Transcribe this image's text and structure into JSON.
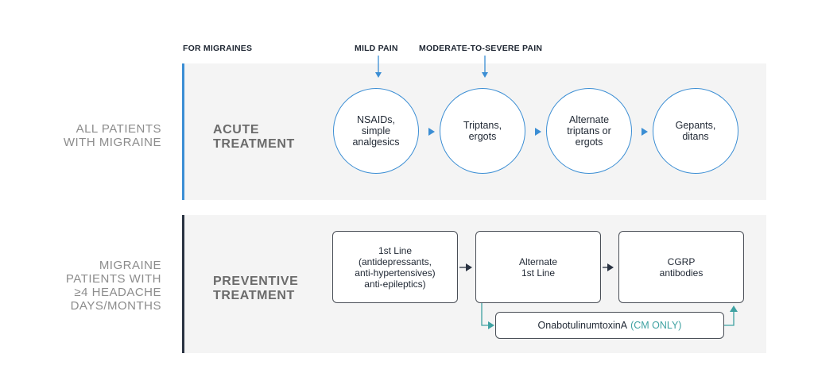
{
  "headers": {
    "for_migraines": "FOR MIGRAINES",
    "mild_pain": "MILD PAIN",
    "moderate_severe_pain": "MODERATE-TO-SEVERE PAIN"
  },
  "acute": {
    "group_label": "ALL PATIENTS\nWITH MIGRAINE",
    "treatment_label": "ACUTE\nTREATMENT",
    "steps": [
      "NSAIDs,\nsimple\nanalgesics",
      "Triptans,\nergots",
      "Alternate\ntriptans or\nergots",
      "Gepants,\nditans"
    ]
  },
  "preventive": {
    "group_label": "MIGRAINE\nPATIENTS WITH\n≥4 HEADACHE\nDAYS/MONTHS",
    "treatment_label": "PREVENTIVE\nTREATMENT",
    "steps": [
      "1st Line\n(antidepressants,\nanti-hypertensives)\nanti-epileptics)",
      "Alternate\n1st Line",
      "CGRP\nantibodies"
    ],
    "alt_main": "OnabotulinumtoxinA",
    "alt_note": "(CM ONLY)"
  },
  "colors": {
    "acute_accent": "#3b8ed4",
    "preventive_accent": "#2a3342",
    "teal": "#3fa2a2",
    "panel_bg": "#f4f4f4"
  }
}
